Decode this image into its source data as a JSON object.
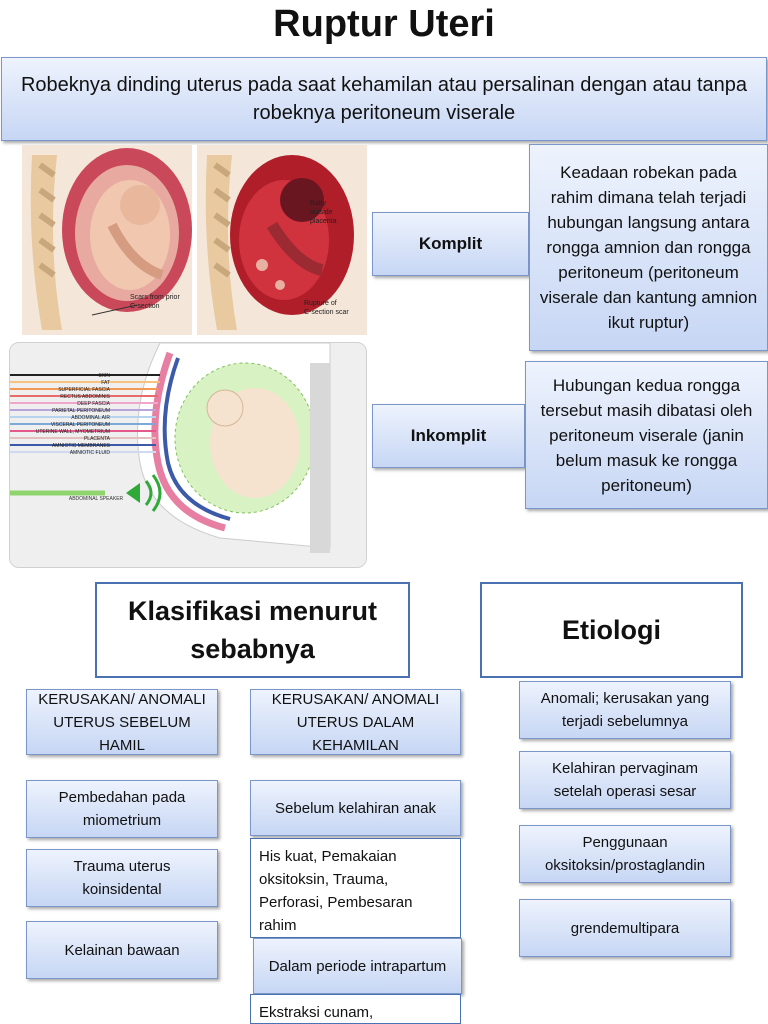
{
  "title": "Ruptur Uteri",
  "definition": "Robeknya dinding uterus pada saat kehamilan atau persalinan dengan atau tanpa robeknya peritoneum viserale",
  "top_image": {
    "label_scars": "Scars from prior C-section",
    "label_baby": "Baby outside placenta",
    "label_rupture": "Rupture of C-section scar"
  },
  "layers_image": {
    "layers": [
      "SKIN",
      "FAT",
      "SUPERFICIAL FASCIA",
      "RECTUS ABDOMINIS",
      "DEEP FASCIA",
      "PARIETAL PERITONEUM",
      "ABDOMINAL AIR",
      "VISCERAL PERITONEUM",
      "UTERINE WALL, MYOMETRIUM",
      "PLACENTA",
      "AMNIOTIC MEMBRANES",
      "AMNIOTIC FLUID"
    ],
    "speaker_label": "ABDOMINAL SPEAKER"
  },
  "types": [
    {
      "label": "Komplit",
      "description": "Keadaan robekan pada rahim dimana telah terjadi hubungan langsung antara rongga amnion dan rongga peritoneum (peritoneum viserale dan kantung amnion ikut ruptur)"
    },
    {
      "label": "Inkomplit",
      "description": "Hubungan kedua rongga tersebut masih dibatasi oleh peritoneum viserale (janin belum masuk ke rongga peritoneum)"
    }
  ],
  "classification": {
    "heading": "Klasifikasi menurut sebabnya",
    "col1": {
      "header": "KERUSAKAN/ ANOMALI UTERUS SEBELUM HAMIL",
      "items": [
        "Pembedahan pada miometrium",
        "Trauma uterus koinsidental",
        "Kelainan bawaan"
      ]
    },
    "col2": {
      "header": "KERUSAKAN/ ANOMALI UTERUS DALAM KEHAMILAN",
      "sub1": "Sebelum kelahiran anak",
      "sub1_detail": "His kuat, Pemakaian oksitoksin, Trauma, Perforasi, Pembesaran rahim",
      "sub2": "Dalam periode intrapartum",
      "sub2_detail": "Ekstraksi cunam,"
    }
  },
  "etiology": {
    "heading": "Etiologi",
    "items": [
      "Anomali; kerusakan yang terjadi sebelumnya",
      "Kelahiran pervaginam setelah operasi sesar",
      "Penggunaan oksitoksin/prostaglandin",
      "grendemultipara"
    ]
  }
}
